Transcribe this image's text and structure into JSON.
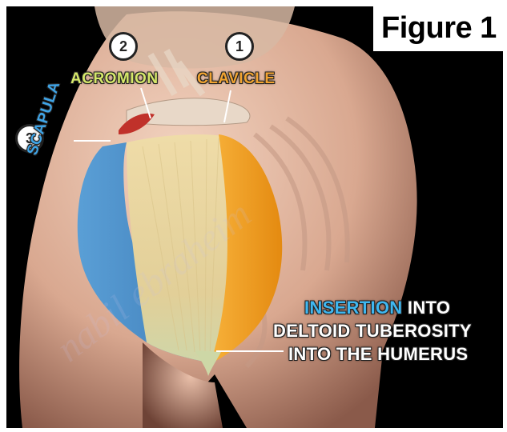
{
  "figure_title": "Figure 1",
  "badges": [
    {
      "number": "2"
    },
    {
      "number": "1"
    },
    {
      "number": "3"
    }
  ],
  "labels": {
    "acromion": "ACROMION",
    "clavicle": "CLAVICLE",
    "scapula": "SCAPULA"
  },
  "insertion": {
    "line1_highlight": "INSERTION",
    "line1_rest": " INTO",
    "line2": "DELTOID TUBEROSITY",
    "line3": "INTO THE HUMERUS"
  },
  "watermark": "nabil ebraheim",
  "colors": {
    "background": "#000000",
    "acromion_label": "#d6e86a",
    "clavicle_label": "#f2a431",
    "scapula_label": "#3fa4e6",
    "insertion_highlight": "#3fb7f0",
    "deltoid_anterior": "#f5a01f",
    "deltoid_middle": "#e6d39a",
    "deltoid_posterior": "#4f95cc"
  }
}
